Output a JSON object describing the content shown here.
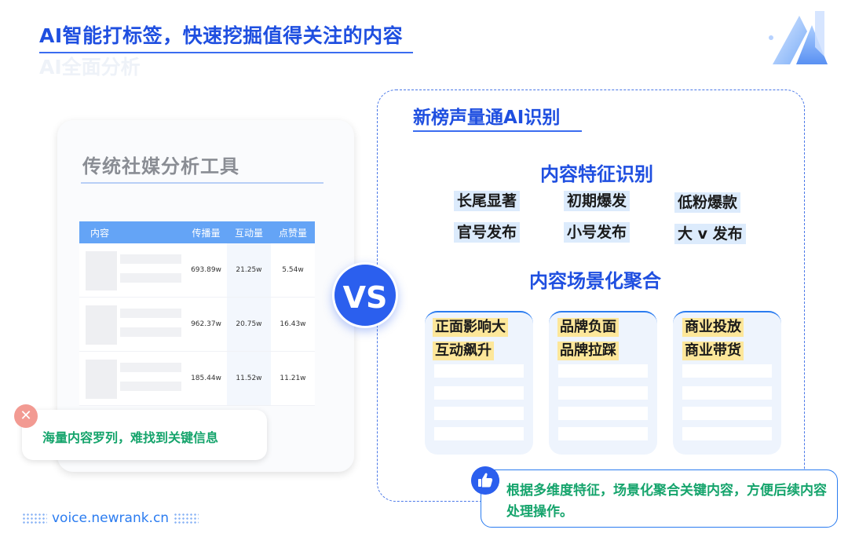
{
  "header": {
    "title": "AI智能打标签，快速挖掘值得关注的内容",
    "subtitle": "AI全面分析"
  },
  "left": {
    "title": "传统社媒分析工具",
    "table": {
      "columns": [
        "内容",
        "传播量",
        "互动量",
        "点赞量"
      ],
      "rows": [
        [
          "693.89w",
          "21.25w",
          "5.54w"
        ],
        [
          "962.37w",
          "20.75w",
          "16.43w"
        ],
        [
          "185.44w",
          "11.52w",
          "11.21w"
        ]
      ]
    },
    "warning": {
      "icon": "close-icon",
      "text": "海量内容罗列，难找到关键信息"
    }
  },
  "vs": "VS",
  "right": {
    "title": "新榜声量通AI识别",
    "feature_heading": "内容特征识别",
    "feature_tags": [
      "长尾显著",
      "初期爆发",
      "低粉爆款",
      "官号发布",
      "小号发布",
      "大 v 发布"
    ],
    "scene_heading": "内容场景化聚合",
    "scene_cards": [
      {
        "tags": [
          "正面影响大",
          "互动飙升"
        ]
      },
      {
        "tags": [
          "品牌负面",
          "品牌拉踩"
        ]
      },
      {
        "tags": [
          "商业投放",
          "商业带货"
        ]
      }
    ],
    "tip": {
      "icon": "thumbs-up-icon",
      "text": "根据多维度特征，场景化聚合关键内容，方便后续内容处理操作。"
    }
  },
  "footer": {
    "url": "voice.newrank.cn"
  },
  "colors": {
    "brand_blue": "#1f4fe0",
    "accent_green": "#15a46c",
    "table_header": "#64a4f6",
    "highlight_yellow": "#fde79a"
  }
}
